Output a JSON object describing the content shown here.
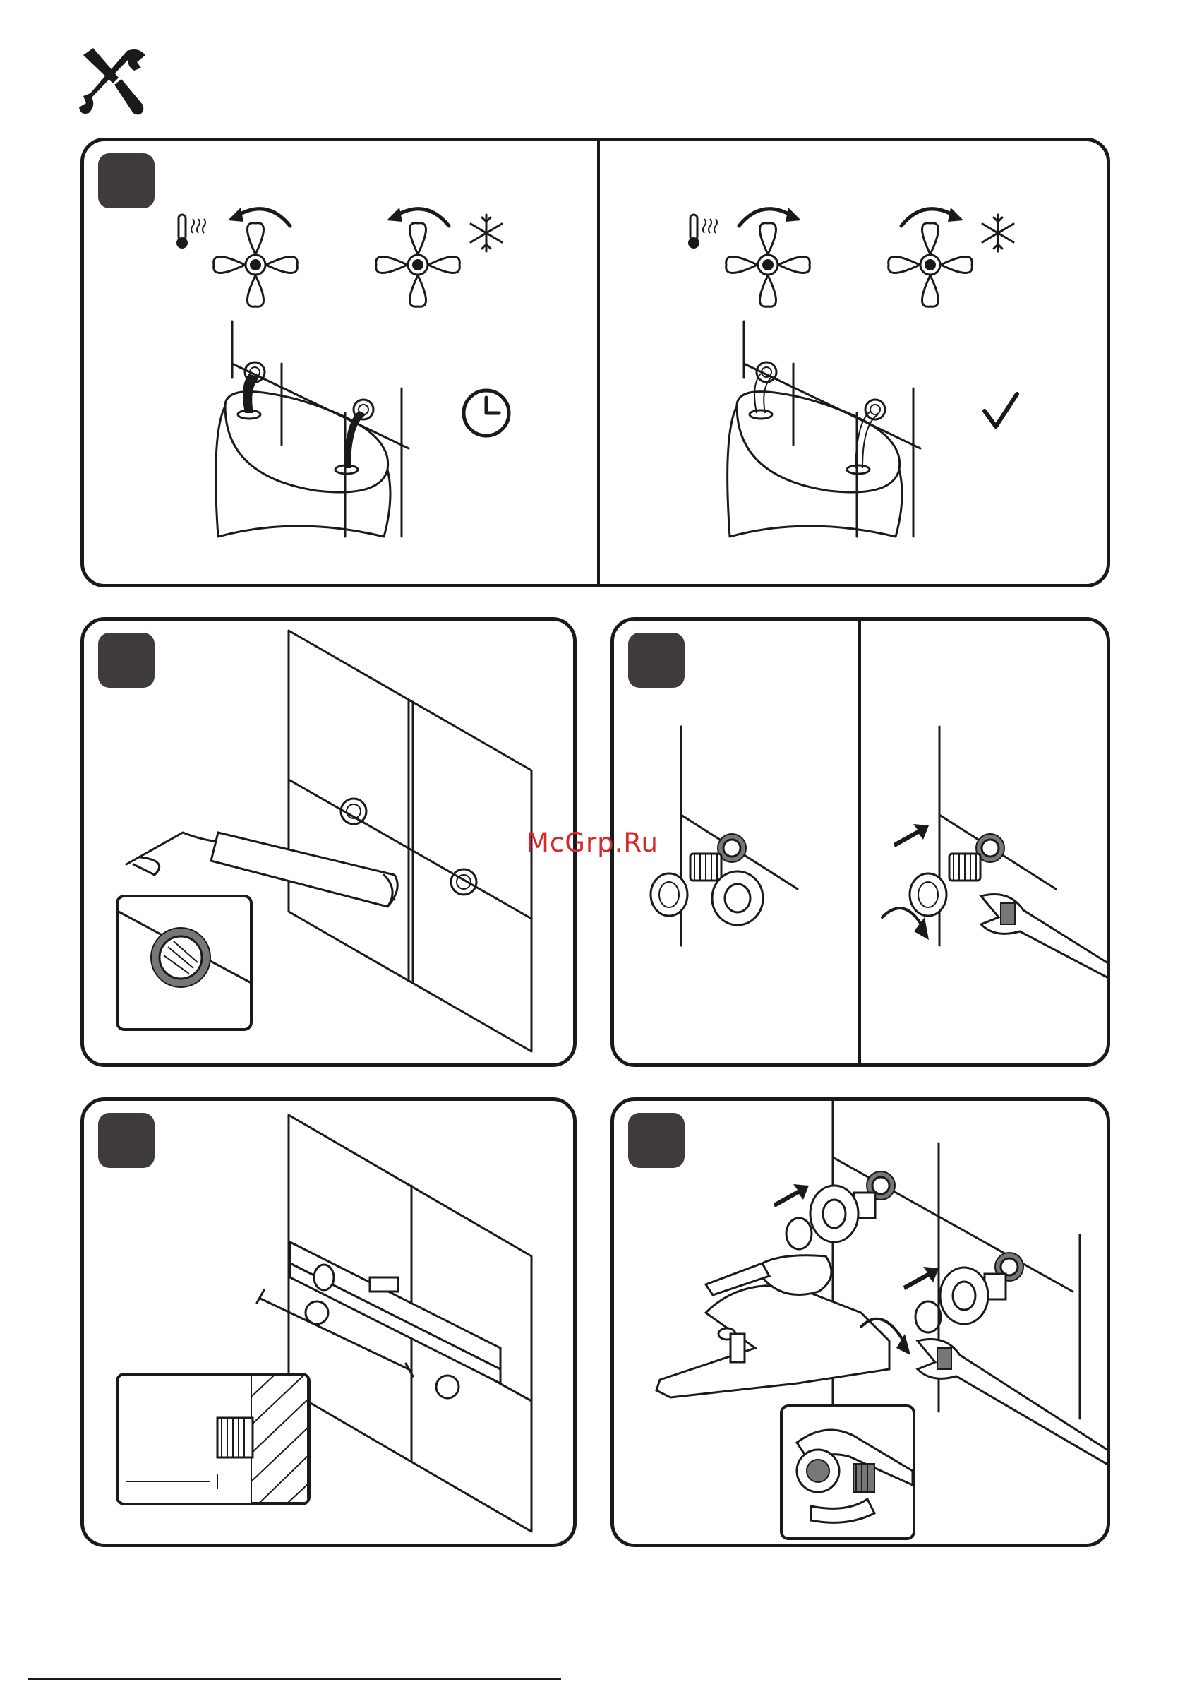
{
  "watermark": {
    "text": "McGrp.Ru",
    "color": "#d9262b"
  },
  "icons": {
    "header": "tools-icon",
    "step1_left": [
      "hot-water-icon",
      "rotate-left-icon",
      "handle-icon",
      "cold-water-icon",
      "clock-icon"
    ],
    "step1_right": [
      "hot-water-icon",
      "rotate-right-icon",
      "handle-icon",
      "cold-water-icon",
      "checkmark-icon"
    ]
  },
  "colors": {
    "badge": "#3f3b3c",
    "border": "#1a1a1a",
    "background": "#ffffff"
  },
  "steps": [
    {
      "id": 1,
      "illustration": "flush-pipes"
    },
    {
      "id": 2,
      "illustration": "seal-thread"
    },
    {
      "id": 3,
      "illustration": "install-eccentrics"
    },
    {
      "id": 4,
      "illustration": "level-connections"
    },
    {
      "id": 5,
      "illustration": "mount-mixer"
    }
  ]
}
